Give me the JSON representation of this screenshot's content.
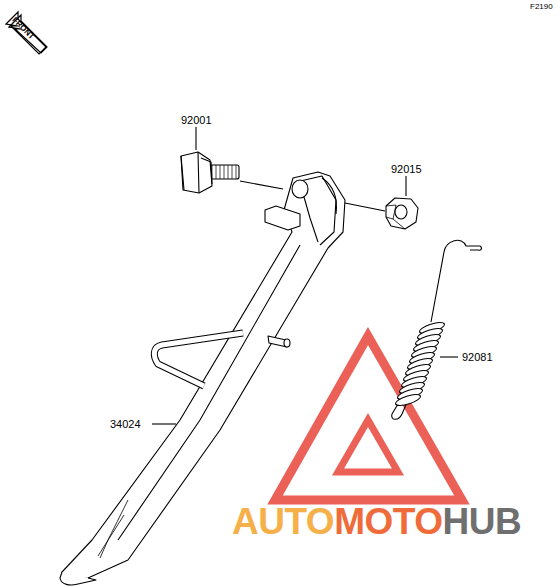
{
  "diagram": {
    "labels": [
      "F2190",
      "FRONT",
      "92001",
      "92015",
      "92081",
      "34024",
      "AUTO",
      "MOTO",
      "HUB"
    ]
  }
}
